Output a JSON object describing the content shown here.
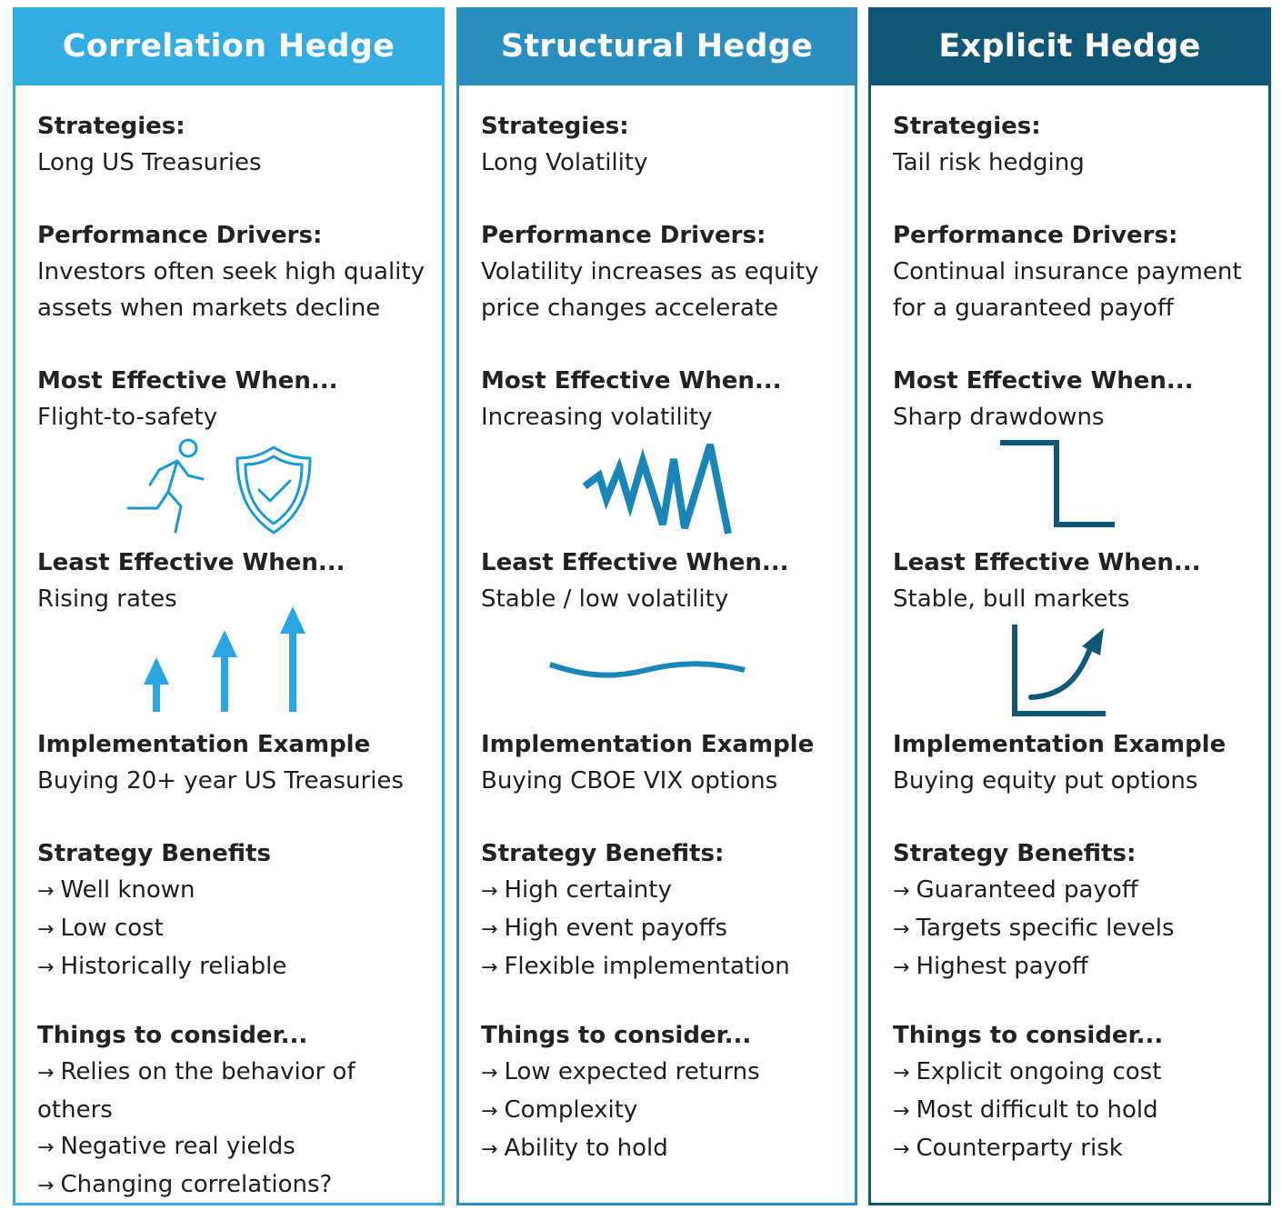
{
  "labels": {
    "strategies": "Strategies:",
    "drivers": "Performance Drivers:",
    "most": "Most Effective When...",
    "least": "Least Effective When...",
    "impl": "Implementation Example"
  },
  "columns": [
    {
      "title": "Correlation Hedge",
      "color": "#33ace2",
      "strategies": "Long US Treasuries",
      "drivers": [
        "Investors often seek high quality",
        "assets when markets decline"
      ],
      "most": "Flight-to-safety",
      "most_icons": [
        "running-person-icon",
        "shield-check-icon"
      ],
      "least": "Rising rates",
      "least_icons": [
        "rising-arrows-icon"
      ],
      "impl": "Buying 20+ year US Treasuries",
      "benefits_label": "Strategy Benefits",
      "benefits": [
        "Well known",
        "Low cost",
        "Historically reliable"
      ],
      "consider_label": "Things to consider...",
      "consider": [
        "Relies on the behavior of others",
        "Negative real yields",
        "Changing correlations?"
      ]
    },
    {
      "title": "Structural Hedge",
      "color": "#2a8fbe",
      "strategies": "Long Volatility",
      "drivers": [
        "Volatility increases as equity",
        "price changes accelerate"
      ],
      "most": "Increasing volatility",
      "most_icons": [
        "zigzag-volatility-icon"
      ],
      "least": "Stable / low volatility",
      "least_icons": [
        "gentle-wave-icon"
      ],
      "impl": "Buying CBOE VIX options",
      "benefits_label": "Strategy Benefits:",
      "benefits": [
        "High certainty",
        "High event payoffs",
        "Flexible implementation"
      ],
      "consider_label": "Things to consider...",
      "consider": [
        "Low expected returns",
        "Complexity",
        "Ability to hold"
      ]
    },
    {
      "title": "Explicit Hedge",
      "color": "#0f5777",
      "strategies": "Tail risk hedging",
      "drivers": [
        "Continual insurance payment",
        "for a guaranteed payoff"
      ],
      "most": "Sharp drawdowns",
      "most_icons": [
        "step-drop-icon"
      ],
      "least": "Stable, bull markets",
      "least_icons": [
        "rising-curve-icon"
      ],
      "impl": "Buying equity put options",
      "benefits_label": "Strategy Benefits:",
      "benefits": [
        "Guaranteed payoff",
        "Targets specific levels",
        "Highest payoff"
      ],
      "consider_label": "Things to consider...",
      "consider": [
        "Explicit ongoing cost",
        "Most difficult to hold",
        "Counterparty risk"
      ]
    }
  ]
}
